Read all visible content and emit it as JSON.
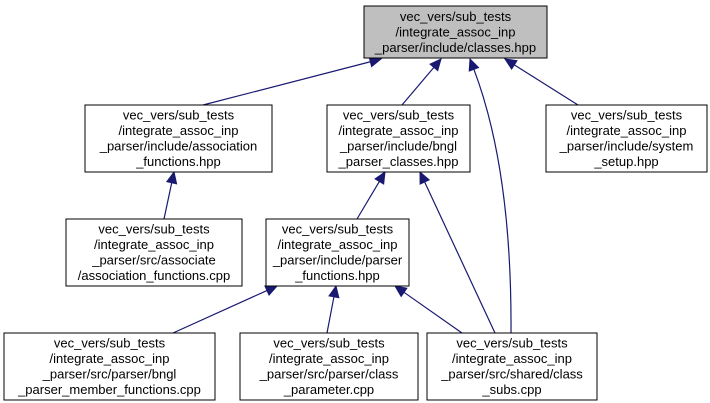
{
  "colors": {
    "root_fill": "#bfbfbf",
    "node_fill": "#ffffff",
    "node_border": "#000000",
    "edge": "#191970"
  },
  "nodes": {
    "classes": {
      "lines": [
        "vec_vers/sub_tests",
        "/integrate_assoc_inp",
        "_parser/include/classes.hpp"
      ],
      "highlighted": true
    },
    "assoc_hpp": {
      "lines": [
        "vec_vers/sub_tests",
        "/integrate_assoc_inp",
        "_parser/include/association",
        "_functions.hpp"
      ]
    },
    "bngl_hpp": {
      "lines": [
        "vec_vers/sub_tests",
        "/integrate_assoc_inp",
        "_parser/include/bngl",
        "_parser_classes.hpp"
      ]
    },
    "system_hpp": {
      "lines": [
        "vec_vers/sub_tests",
        "/integrate_assoc_inp",
        "_parser/include/system",
        "_setup.hpp"
      ]
    },
    "assoc_cpp": {
      "lines": [
        "vec_vers/sub_tests",
        "/integrate_assoc_inp",
        "_parser/src/associate",
        "/association_functions.cpp"
      ]
    },
    "parser_hpp": {
      "lines": [
        "vec_vers/sub_tests",
        "/integrate_assoc_inp",
        "_parser/include/parser",
        "_functions.hpp"
      ]
    },
    "bngl_cpp": {
      "lines": [
        "vec_vers/sub_tests",
        "/integrate_assoc_inp",
        "_parser/src/parser/bngl",
        "_parser_member_functions.cpp"
      ]
    },
    "class_param_cpp": {
      "lines": [
        "vec_vers/sub_tests",
        "/integrate_assoc_inp",
        "_parser/src/parser/class",
        "_parameter.cpp"
      ]
    },
    "class_subs_cpp": {
      "lines": [
        "vec_vers/sub_tests",
        "/integrate_assoc_inp",
        "_parser/src/shared/class",
        "_subs.cpp"
      ]
    }
  },
  "edges": [
    {
      "from": "assoc_hpp",
      "to": "classes"
    },
    {
      "from": "bngl_hpp",
      "to": "classes"
    },
    {
      "from": "class_subs_cpp",
      "to": "classes"
    },
    {
      "from": "system_hpp",
      "to": "classes"
    },
    {
      "from": "assoc_cpp",
      "to": "assoc_hpp"
    },
    {
      "from": "parser_hpp",
      "to": "bngl_hpp"
    },
    {
      "from": "class_subs_cpp",
      "to": "bngl_hpp"
    },
    {
      "from": "bngl_cpp",
      "to": "parser_hpp"
    },
    {
      "from": "class_param_cpp",
      "to": "parser_hpp"
    },
    {
      "from": "class_subs_cpp",
      "to": "parser_hpp"
    }
  ]
}
